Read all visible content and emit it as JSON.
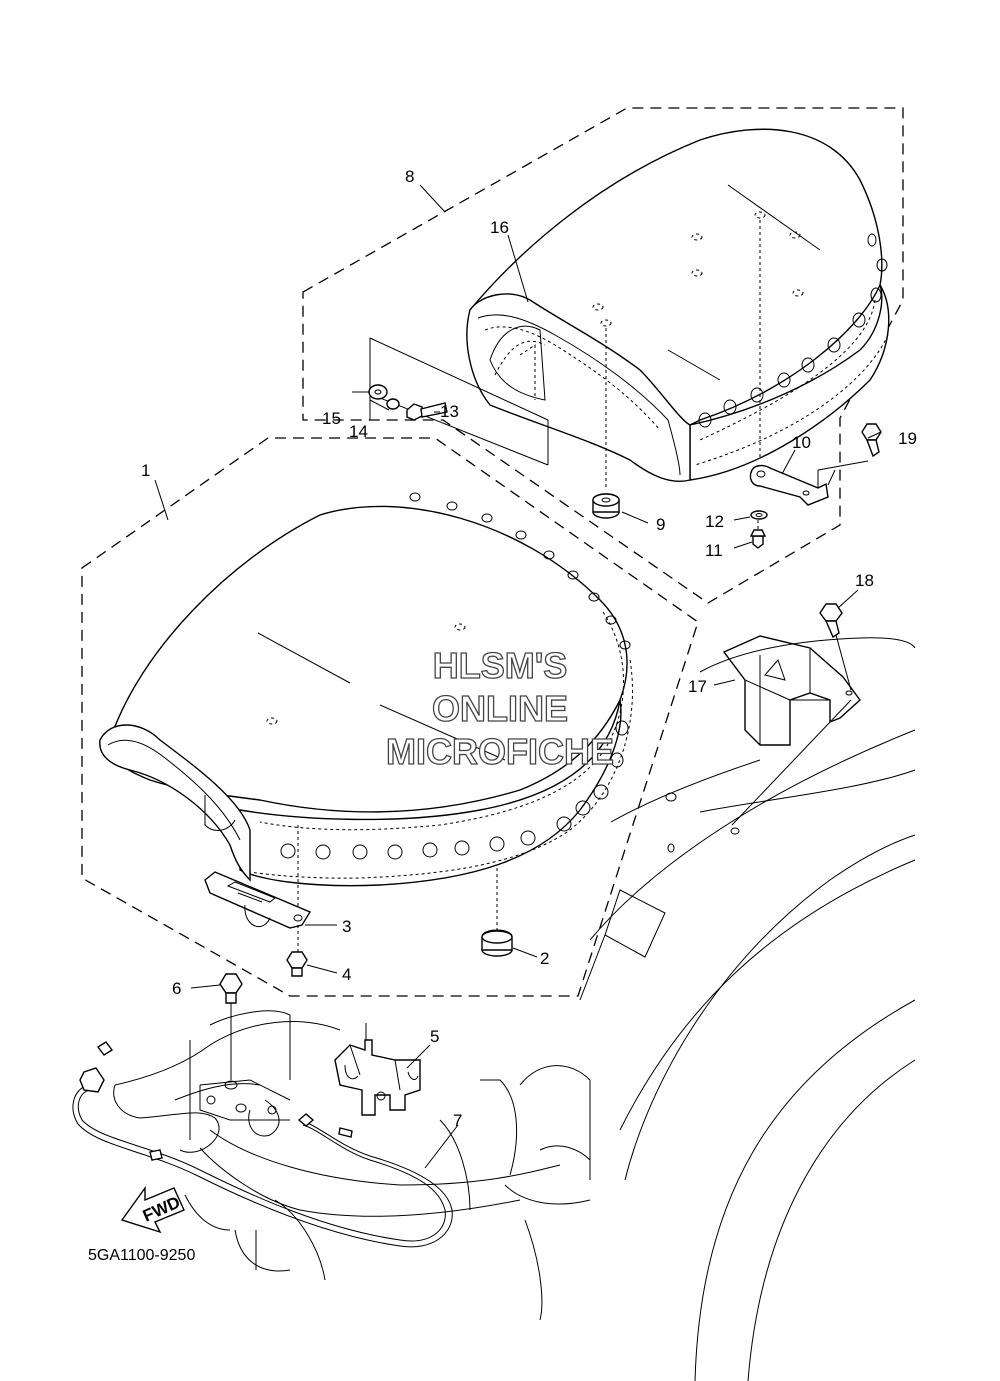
{
  "callouts": [
    {
      "id": "1",
      "label": "1"
    },
    {
      "id": "2",
      "label": "2"
    },
    {
      "id": "3",
      "label": "3"
    },
    {
      "id": "4",
      "label": "4"
    },
    {
      "id": "5",
      "label": "5"
    },
    {
      "id": "6",
      "label": "6"
    },
    {
      "id": "7",
      "label": "7"
    },
    {
      "id": "8",
      "label": "8"
    },
    {
      "id": "9",
      "label": "9"
    },
    {
      "id": "10",
      "label": "10"
    },
    {
      "id": "11",
      "label": "11"
    },
    {
      "id": "12",
      "label": "12"
    },
    {
      "id": "13",
      "label": "13"
    },
    {
      "id": "14",
      "label": "14"
    },
    {
      "id": "15",
      "label": "15"
    },
    {
      "id": "16",
      "label": "16"
    },
    {
      "id": "17",
      "label": "17"
    },
    {
      "id": "18",
      "label": "18"
    },
    {
      "id": "19",
      "label": "19"
    }
  ],
  "watermark": {
    "line1": "HLSM'S",
    "line2": "ONLINE",
    "line3": "MICROFICHE"
  },
  "direction_arrow": {
    "label": "FWD"
  },
  "diagram_code": "5GA1100-9250"
}
